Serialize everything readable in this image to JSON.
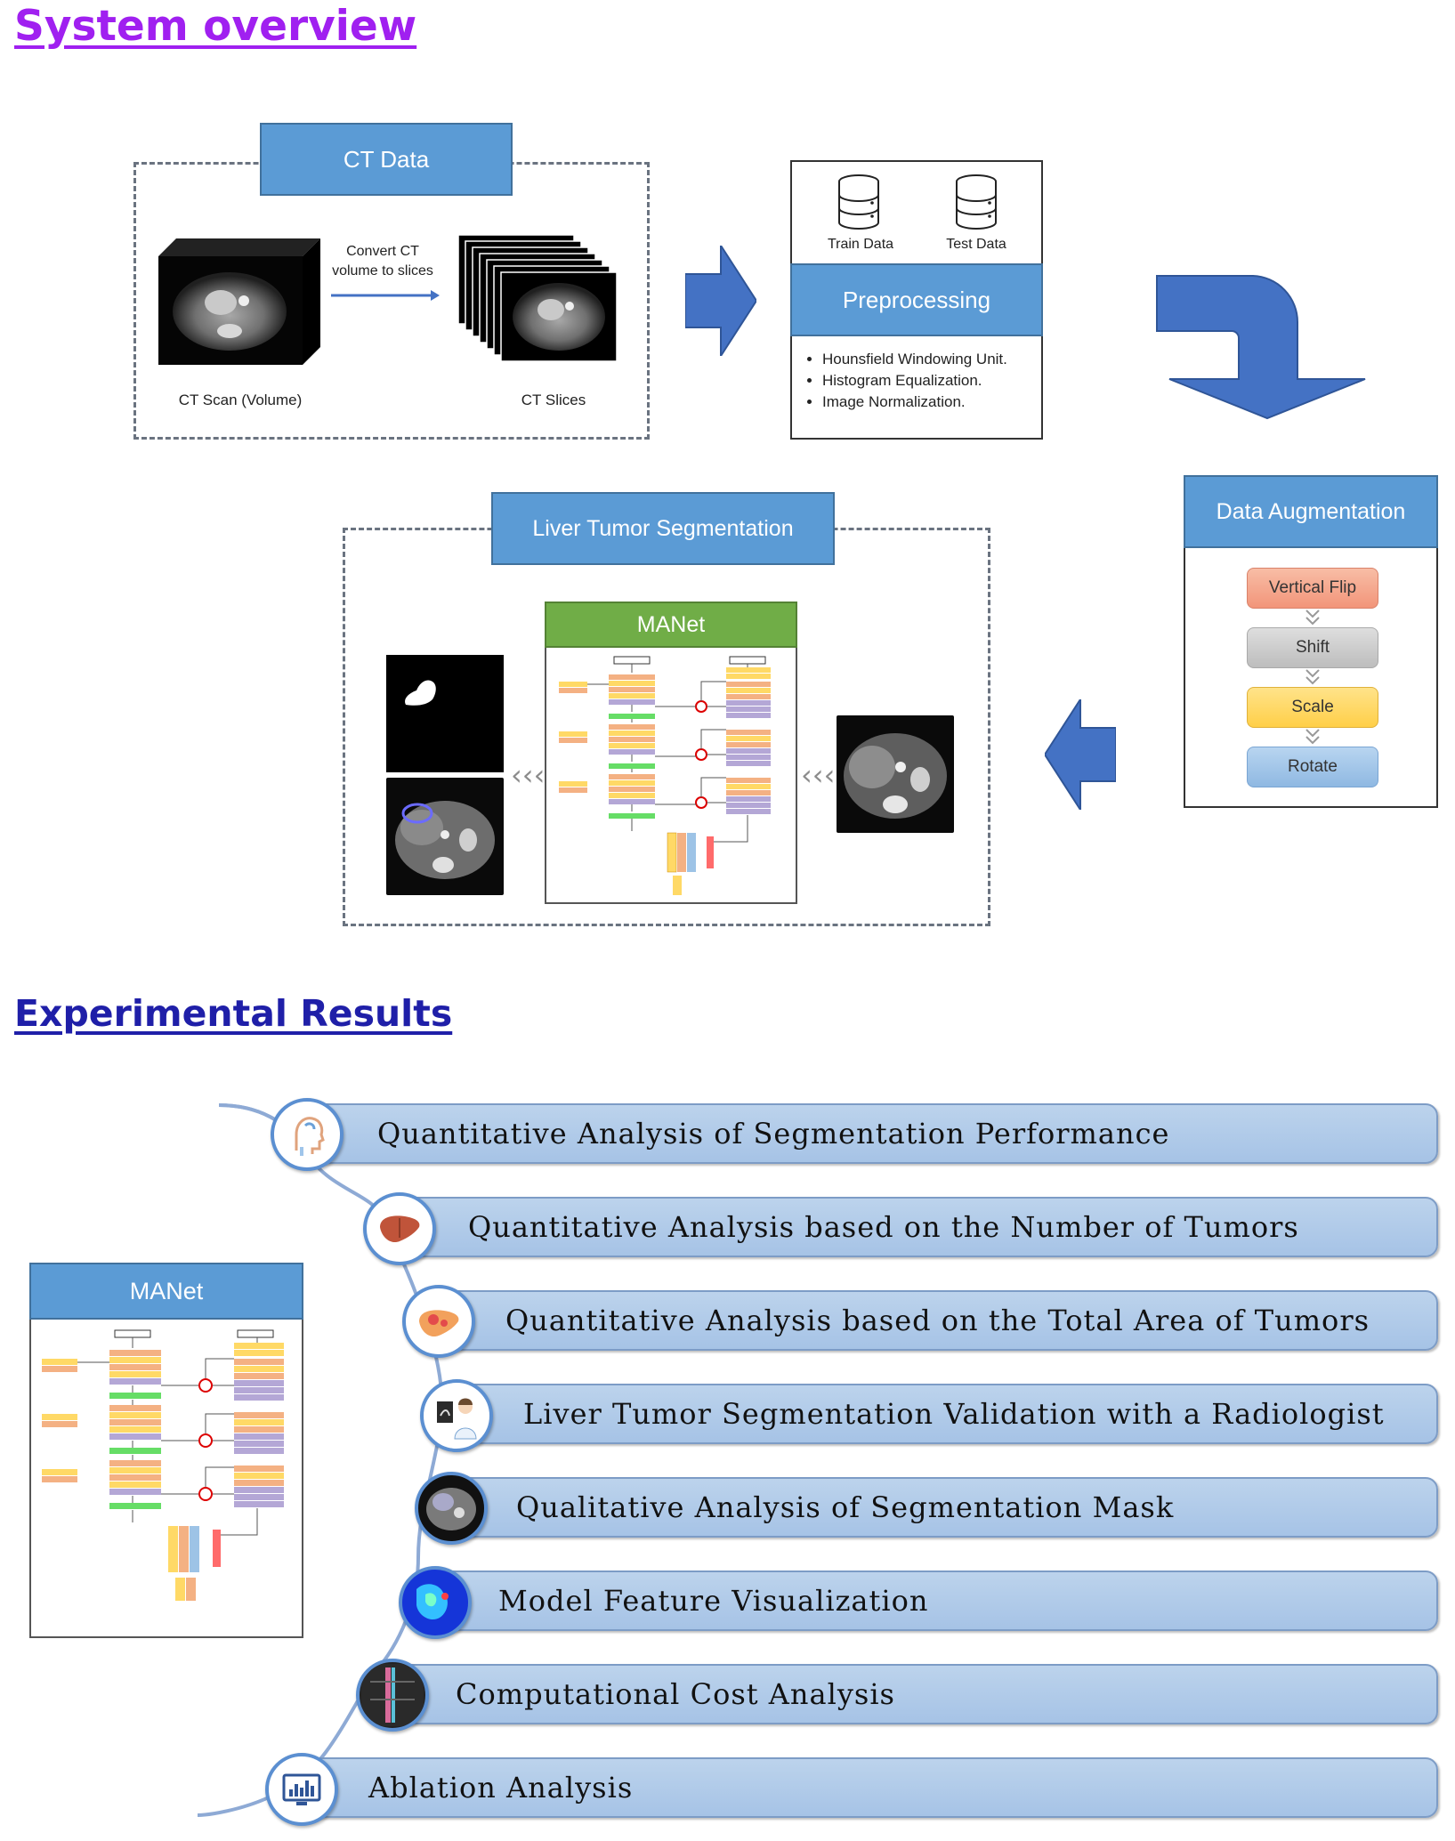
{
  "headings": {
    "system_overview": "System overview",
    "experimental_results": "Experimental Results"
  },
  "ct_data": {
    "title": "CT Data",
    "convert_label_1": "Convert CT",
    "convert_label_2": "volume to slices",
    "scan_label": "CT Scan (Volume)",
    "slices_label": "CT Slices"
  },
  "preprocessing": {
    "train_label": "Train Data",
    "test_label": "Test Data",
    "title": "Preprocessing",
    "bullets": [
      "Hounsfield Windowing Unit.",
      "Histogram Equalization.",
      "Image Normalization."
    ]
  },
  "augmentation": {
    "title": "Data Augmentation",
    "steps": [
      "Vertical Flip",
      "Shift",
      "Scale",
      "Rotate"
    ],
    "colors": [
      "#f4a58a",
      "#c8c8c8",
      "#ffd966",
      "#9dc3e6"
    ]
  },
  "segmentation": {
    "title": "Liver Tumor Segmentation",
    "model": "MANet",
    "chevrons": "‹‹‹"
  },
  "results": {
    "model": "MANet",
    "items": [
      "Quantitative Analysis of Segmentation Performance",
      "Quantitative Analysis based on the Number of Tumors",
      "Quantitative Analysis based on the Total Area of Tumors",
      "Liver Tumor Segmentation Validation with a Radiologist",
      "Qualitative Analysis of Segmentation Mask",
      "Model Feature Visualization",
      "Computational Cost Analysis",
      "Ablation Analysis"
    ],
    "icons": [
      "head-scan-icon",
      "liver-icon",
      "liver-tumor-icon",
      "radiologist-icon",
      "ct-mask-icon",
      "feature-map-icon",
      "spine-scan-icon",
      "chart-monitor-icon"
    ]
  }
}
